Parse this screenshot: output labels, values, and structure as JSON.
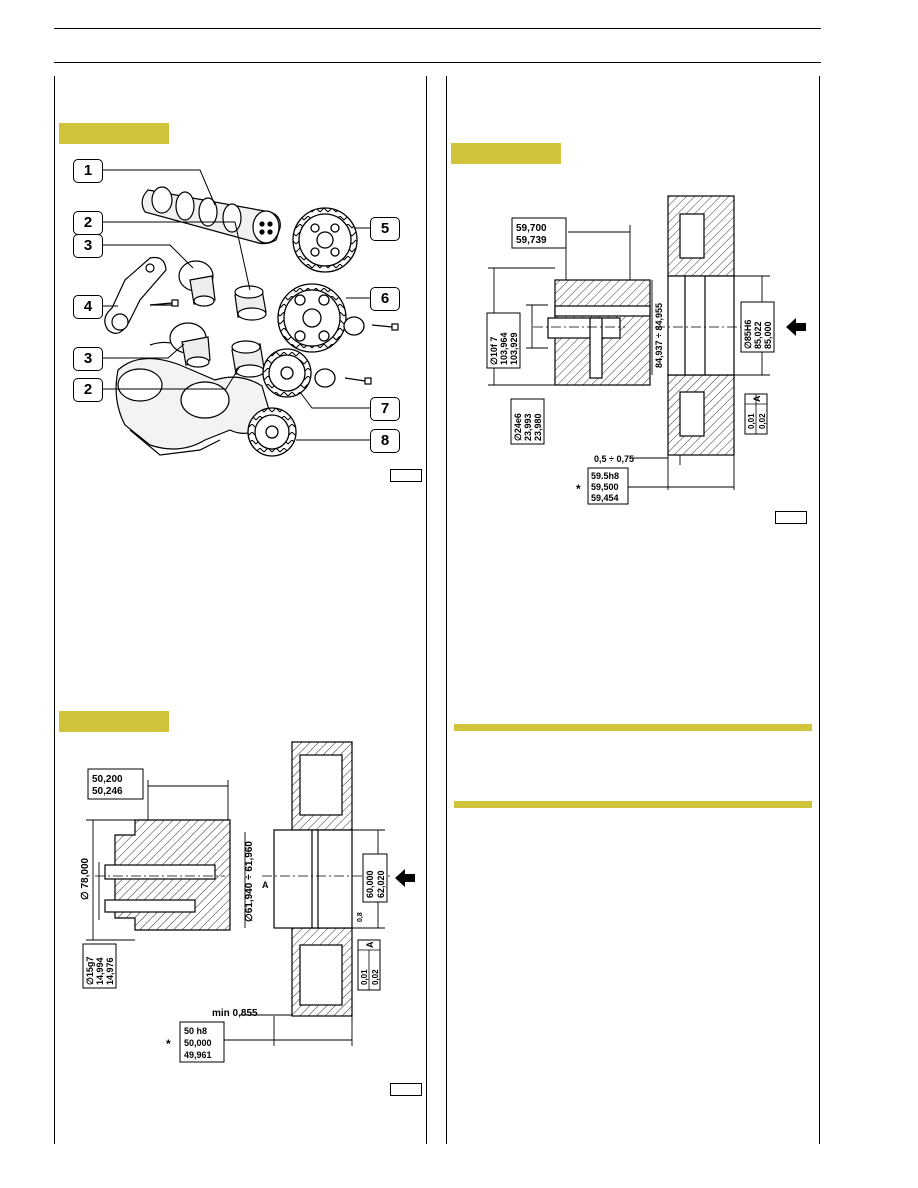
{
  "page": {
    "colors": {
      "section_bar": "#cfc43a",
      "ink": "#000000"
    }
  },
  "exploded_view": {
    "callouts": [
      "1",
      "2",
      "3",
      "4",
      "5",
      "6",
      "3",
      "2",
      "7",
      "8"
    ]
  },
  "gear_section_upper": {
    "dim_length": [
      "59,700",
      "59,739"
    ],
    "dim_hub_diameter": [
      "∅10f 7",
      "103,964",
      "103,929"
    ],
    "dim_bore": "84,937 ÷ 84,955",
    "dim_pin": [
      "∅24e6",
      "23,993",
      "23,980"
    ],
    "dim_gear_bore": [
      "∅85H6",
      "85,022",
      "85,000"
    ],
    "dim_clearance": "0,5 ÷ 0,75",
    "dim_width": [
      "59.5h8",
      "59,500",
      "59,454"
    ],
    "tolerance": [
      "0,01",
      "0,02",
      "A"
    ],
    "star": "*"
  },
  "gear_section_lower": {
    "dim_length": [
      "50,200",
      "50,246"
    ],
    "dim_hub_diameter": "∅ 78,000",
    "dim_bore": "∅61,940 ÷ 61,960",
    "dim_pin": [
      "∅15g7",
      "14,994",
      "14,976"
    ],
    "dim_gear_bore": [
      "60,000",
      "62,020"
    ],
    "dim_min": "min 0,855",
    "dim_width": [
      "50 h8",
      "50,000",
      "49,961"
    ],
    "datum": "A",
    "roughness": "0,8",
    "tolerance": [
      "0,01",
      "0,02",
      "A"
    ],
    "star": "*"
  }
}
